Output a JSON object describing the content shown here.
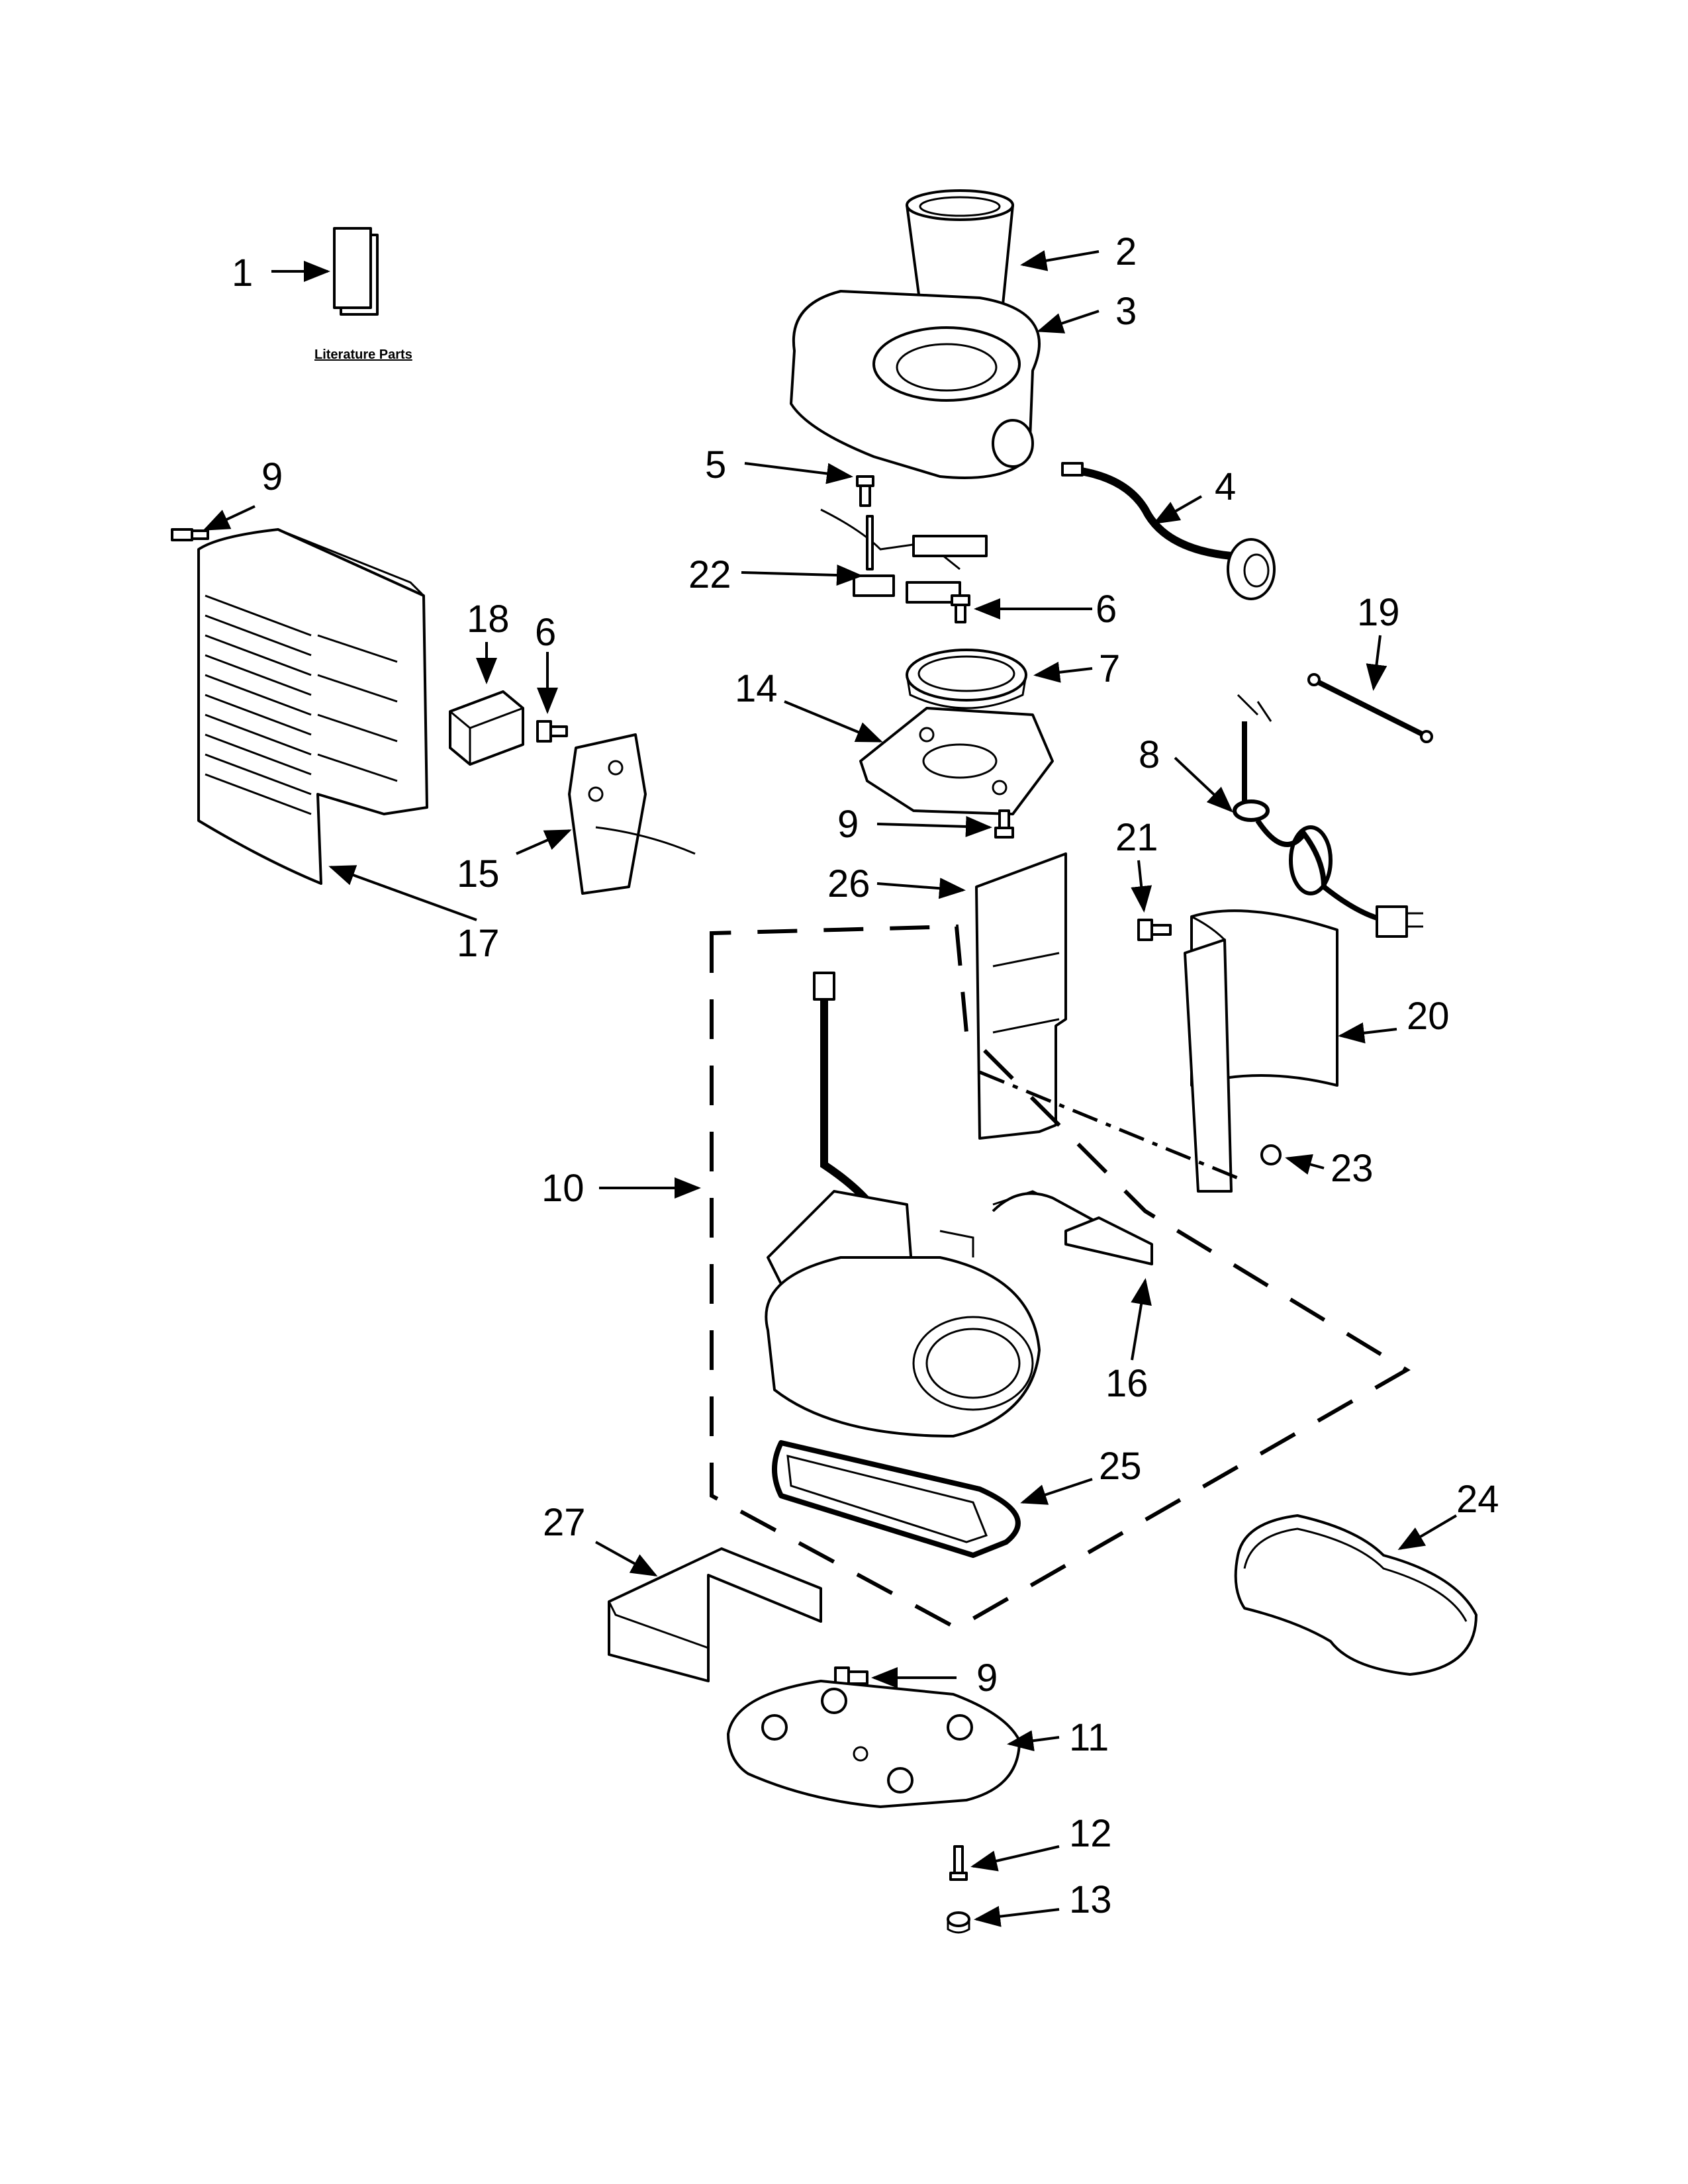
{
  "literature_label": "Literature Parts",
  "callouts": {
    "c1": "1",
    "c2": "2",
    "c3": "3",
    "c4": "4",
    "c5": "5",
    "c6a": "6",
    "c6b": "6",
    "c7": "7",
    "c8": "8",
    "c9a": "9",
    "c9b": "9",
    "c9c": "9",
    "c10": "10",
    "c11": "11",
    "c12": "12",
    "c13": "13",
    "c14": "14",
    "c15": "15",
    "c16": "16",
    "c17": "17",
    "c18": "18",
    "c19": "19",
    "c20": "20",
    "c21": "21",
    "c22": "22",
    "c23": "23",
    "c24": "24",
    "c25": "25",
    "c26": "26",
    "c27": "27"
  }
}
